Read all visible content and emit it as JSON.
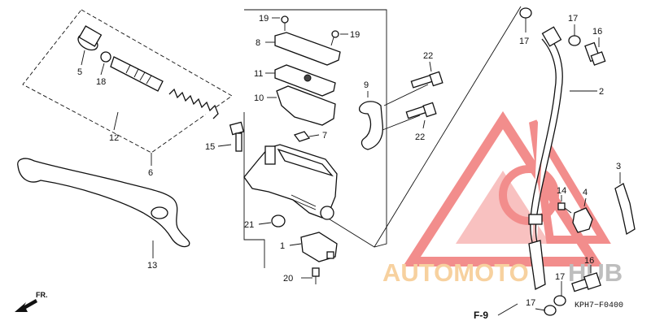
{
  "diagram": {
    "page_code": "KPH7−F0400",
    "section_ref": "F-9",
    "direction_label": "FR.",
    "watermark": {
      "text_part1": "AUTOMOTO",
      "text_part2": "HUB",
      "color_part1": "#f6c98f",
      "color_part2": "#b3b3b3",
      "logo_color": "#f07a78"
    },
    "callouts": {
      "c19a": "19",
      "c19b": "19",
      "c8": "8",
      "c11": "11",
      "c10": "10",
      "c7": "7",
      "c5": "5",
      "c18": "18",
      "c12": "12",
      "c6": "6",
      "c15": "15",
      "c13": "13",
      "c21": "21",
      "c1": "1",
      "c20": "20",
      "c9": "9",
      "c22a": "22",
      "c22b": "22",
      "c17a": "17",
      "c17b": "17",
      "c16a": "16",
      "c2": "2",
      "c3": "3",
      "c4": "4",
      "c14": "14",
      "c16b": "16",
      "c17c": "17",
      "c17d": "17"
    }
  }
}
